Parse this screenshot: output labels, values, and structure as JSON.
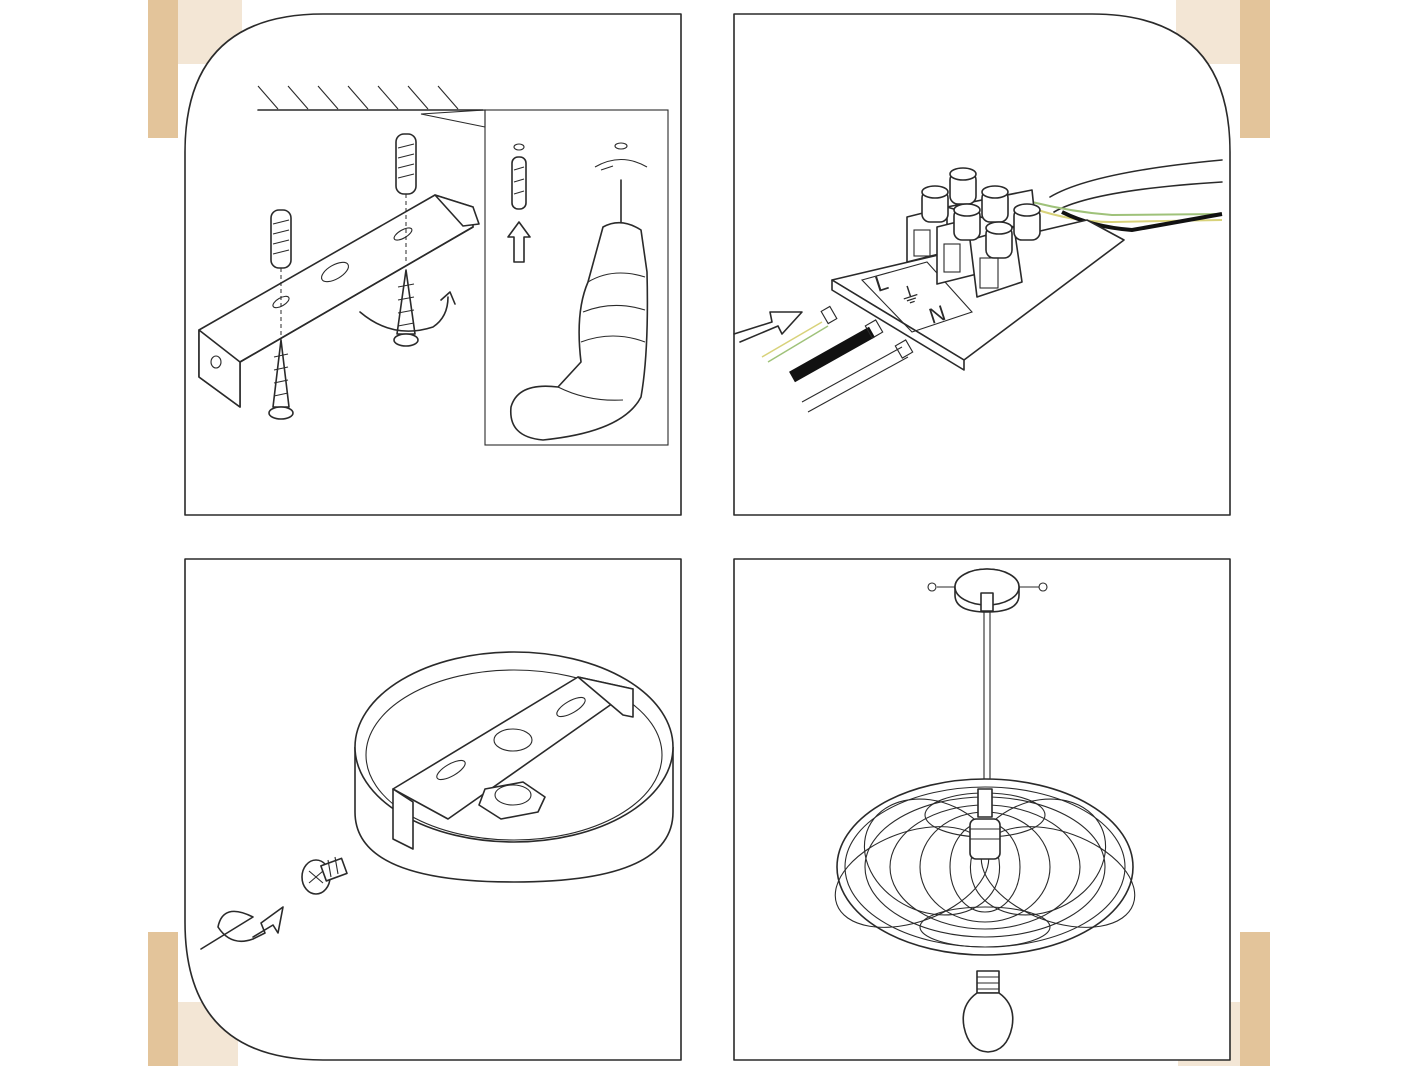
{
  "colors": {
    "accent_tan": "#e3c49a",
    "accent_cream": "#f3e6d5",
    "line": "#2a2a2a",
    "wire_green": "#9fc27a",
    "wire_yellow": "#d8d27a",
    "wire_black": "#111111"
  },
  "panels": [
    {
      "step": "mount-bracket",
      "icons": [
        "ceiling",
        "wall-anchor",
        "screw",
        "drill",
        "rotate-arrow"
      ]
    },
    {
      "step": "connect-wires",
      "icons": [
        "terminal-block",
        "wires",
        "insert-arrow"
      ],
      "terminal_labels": {
        "live": "L",
        "earth": "⏚",
        "neutral": "N"
      }
    },
    {
      "step": "attach-canopy",
      "icons": [
        "canopy",
        "screw",
        "tighten-arrow"
      ]
    },
    {
      "step": "hang-pendant",
      "icons": [
        "canopy",
        "cord",
        "woven-shade",
        "light-bulb"
      ]
    }
  ]
}
